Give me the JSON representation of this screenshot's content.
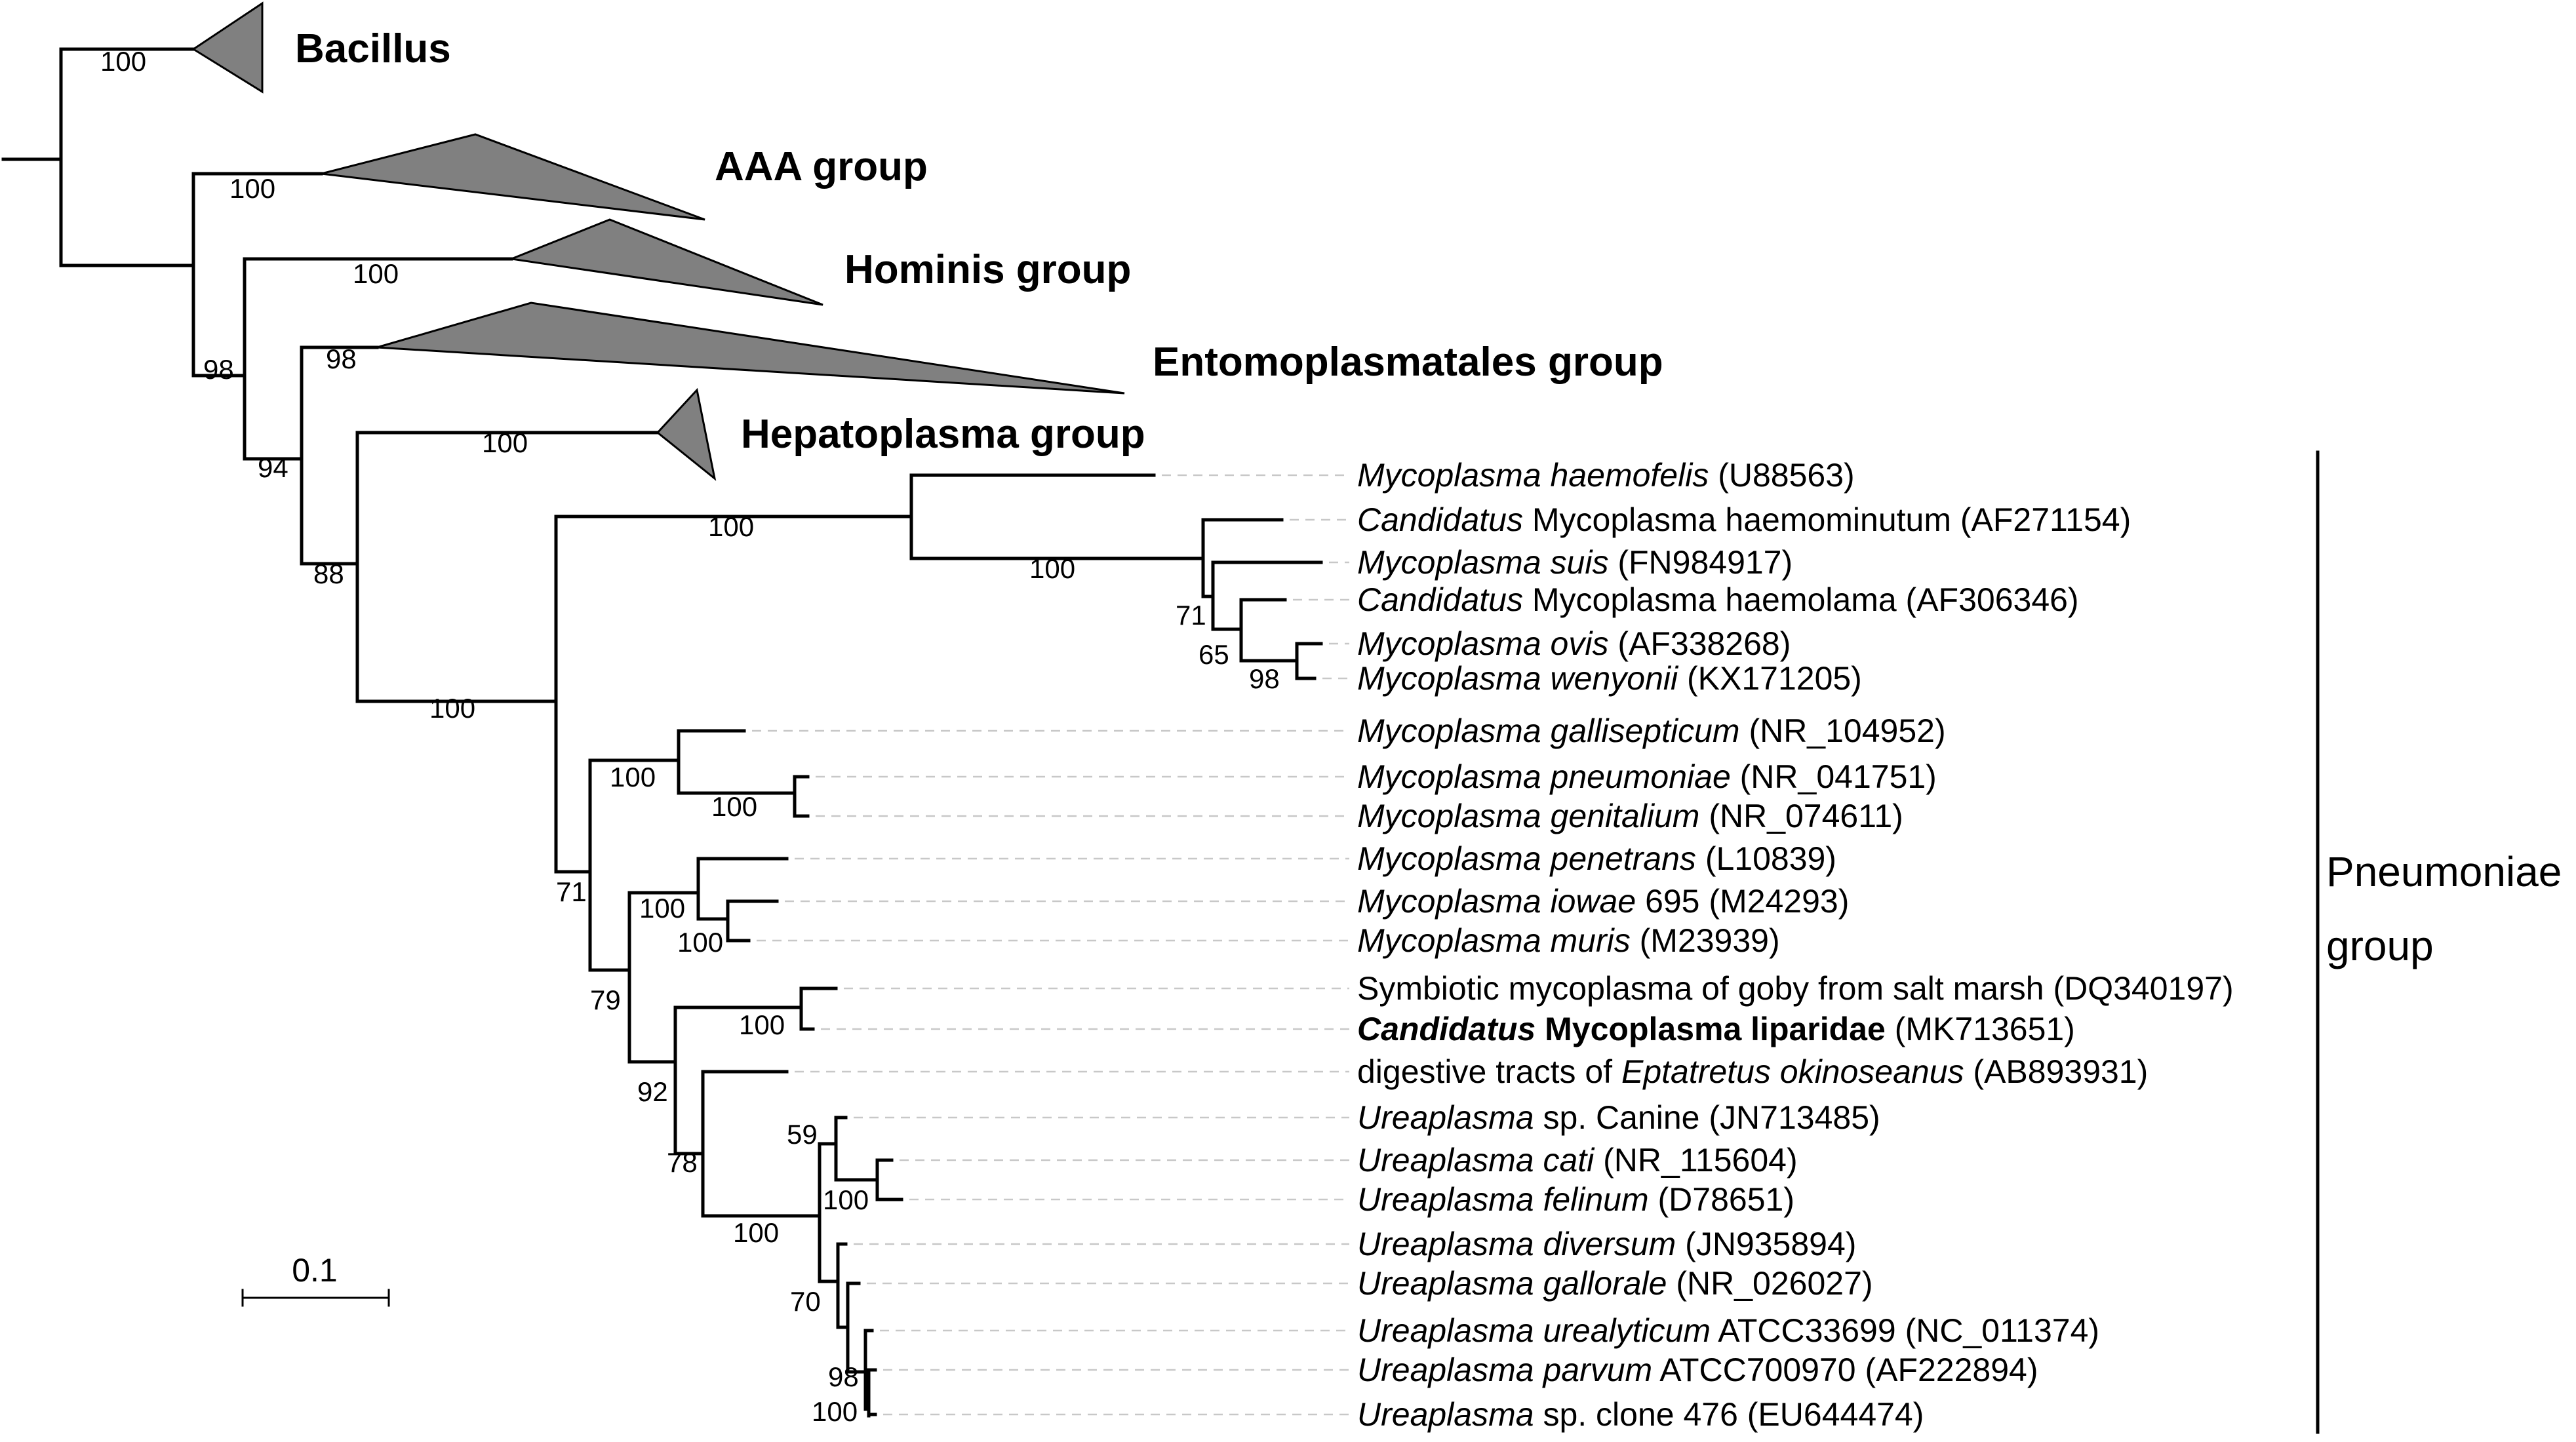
{
  "collapsed_clades": [
    {
      "label": "Bacillus",
      "support": "100"
    },
    {
      "label": "AAA group",
      "support": "100"
    },
    {
      "label": "Hominis group",
      "support": "100"
    },
    {
      "label": "Entomoplasmatales group",
      "support": "98"
    },
    {
      "label": "Hepatoplasma group",
      "support": "100"
    }
  ],
  "taxa": [
    {
      "italic": "Mycoplasma haemofelis",
      "tail": " (U88563)"
    },
    {
      "italic": "Candidatus",
      "plain": " Mycoplasma haemominutum",
      "tail": " (AF271154)"
    },
    {
      "italic": "Mycoplasma suis",
      "tail": " (FN984917)"
    },
    {
      "italic": "Candidatus",
      "plain": " Mycoplasma haemolama",
      "tail": " (AF306346)"
    },
    {
      "italic": "Mycoplasma ovis",
      "tail": " (AF338268)"
    },
    {
      "italic": "Mycoplasma wenyonii",
      "tail": " (KX171205)"
    },
    {
      "italic": "Mycoplasma gallisepticum",
      "tail": " (NR_104952)"
    },
    {
      "italic": "Mycoplasma pneumoniae",
      "tail": " (NR_041751)"
    },
    {
      "italic": "Mycoplasma genitalium",
      "tail": " (NR_074611)"
    },
    {
      "italic": "Mycoplasma penetrans",
      "tail": " (L10839)"
    },
    {
      "italic": "Mycoplasma iowae",
      "plain": " 695",
      "tail": " (M24293)"
    },
    {
      "italic": "Mycoplasma muris",
      "tail": " (M23939)"
    },
    {
      "plain": "Symbiotic mycoplasma of goby from salt marsh",
      "tail": " (DQ340197)"
    },
    {
      "bold_italic": "Candidatus",
      "bold": " Mycoplasma liparidae",
      "tail": " (MK713651)"
    },
    {
      "plain": "digestive tracts of ",
      "italic": "Eptatretus okinoseanus",
      "tail": " (AB893931)"
    },
    {
      "italic": "Ureaplasma",
      "plain": " sp. Canine",
      "tail": " (JN713485)"
    },
    {
      "italic": "Ureaplasma cati",
      "tail": " (NR_115604)"
    },
    {
      "italic": "Ureaplasma felinum",
      "tail": " (D78651)"
    },
    {
      "italic": "Ureaplasma diversum",
      "tail": " (JN935894)"
    },
    {
      "italic": "Ureaplasma gallorale",
      "tail": " (NR_026027)"
    },
    {
      "italic": "Ureaplasma urealyticum",
      "plain": " ATCC33699",
      "tail": " (NC_011374)"
    },
    {
      "italic": "Ureaplasma parvum",
      "plain": " ATCC700970",
      "tail": " (AF222894)"
    },
    {
      "italic": "Ureaplasma",
      "plain": " sp. clone 476",
      "tail": " (EU644474)"
    }
  ],
  "bootstrap": [
    {
      "id": "n-main",
      "value": "98"
    },
    {
      "id": "n-94",
      "value": "94"
    },
    {
      "id": "n-88",
      "value": "88"
    },
    {
      "id": "n-pneumo",
      "value": "100"
    },
    {
      "id": "n-haemo",
      "value": "100"
    },
    {
      "id": "n-haemo-sub",
      "value": "100"
    },
    {
      "id": "n-71a",
      "value": "71"
    },
    {
      "id": "n-65",
      "value": "65"
    },
    {
      "id": "n-98a",
      "value": "98"
    },
    {
      "id": "n-71b",
      "value": "71"
    },
    {
      "id": "n-gall",
      "value": "100"
    },
    {
      "id": "n-pn-gen",
      "value": "100"
    },
    {
      "id": "n-79",
      "value": "79"
    },
    {
      "id": "n-pen",
      "value": "100"
    },
    {
      "id": "n-iowae",
      "value": "100"
    },
    {
      "id": "n-92",
      "value": "92"
    },
    {
      "id": "n-goby",
      "value": "100"
    },
    {
      "id": "n-78",
      "value": "78"
    },
    {
      "id": "n-urea",
      "value": "100"
    },
    {
      "id": "n-59",
      "value": "59"
    },
    {
      "id": "n-cati",
      "value": "100"
    },
    {
      "id": "n-70",
      "value": "70"
    },
    {
      "id": "n-98b",
      "value": "98"
    },
    {
      "id": "n-100last",
      "value": "100"
    }
  ],
  "group_label": {
    "line1": "Pneumoniae",
    "line2": "group"
  },
  "scale_bar": {
    "label": "0.1"
  }
}
